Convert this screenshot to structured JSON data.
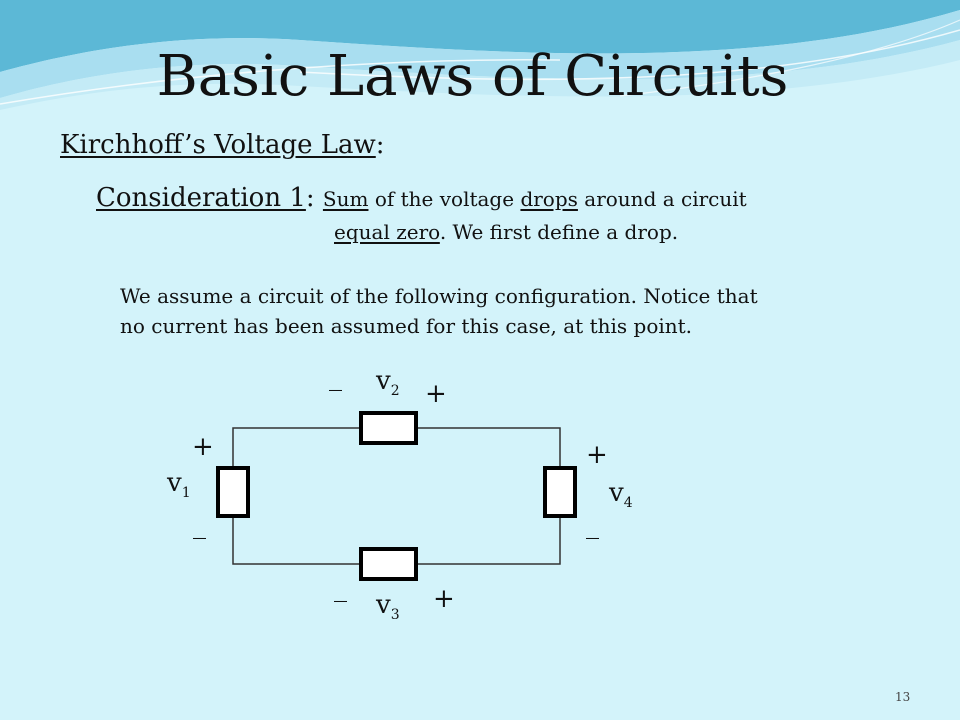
{
  "title": "Basic Laws of Circuits",
  "heading": {
    "text": "Kirchhoff’s Voltage Law",
    "colon": ":"
  },
  "consideration": {
    "label": "Consideration 1",
    "colon": ":",
    "parts": [
      "Sum",
      " of the voltage ",
      "drops",
      " around a circuit"
    ],
    "line2_parts": [
      "equal zero",
      ".  We first define a drop."
    ]
  },
  "paragraph": {
    "lines": [
      "We assume a circuit of the following configuration.  Notice that",
      "no current has been assumed for this case, at this point."
    ]
  },
  "circuit": {
    "elements": [
      {
        "id": "v1",
        "base": "v",
        "sub": "1",
        "top_sign": "+",
        "bottom_sign": "_"
      },
      {
        "id": "v2",
        "base": "v",
        "sub": "2",
        "left_sign": "_",
        "right_sign": "+"
      },
      {
        "id": "v3",
        "base": "v",
        "sub": "3",
        "left_sign": "_",
        "right_sign": "+"
      },
      {
        "id": "v4",
        "base": "v",
        "sub": "4",
        "top_sign": "+",
        "bottom_sign": "_"
      }
    ]
  },
  "page_number": "13",
  "colors": {
    "background": "#d3f3fa",
    "wave_dark": "#5cb8d6",
    "wave_light": "#a9def0",
    "text": "#111111"
  }
}
